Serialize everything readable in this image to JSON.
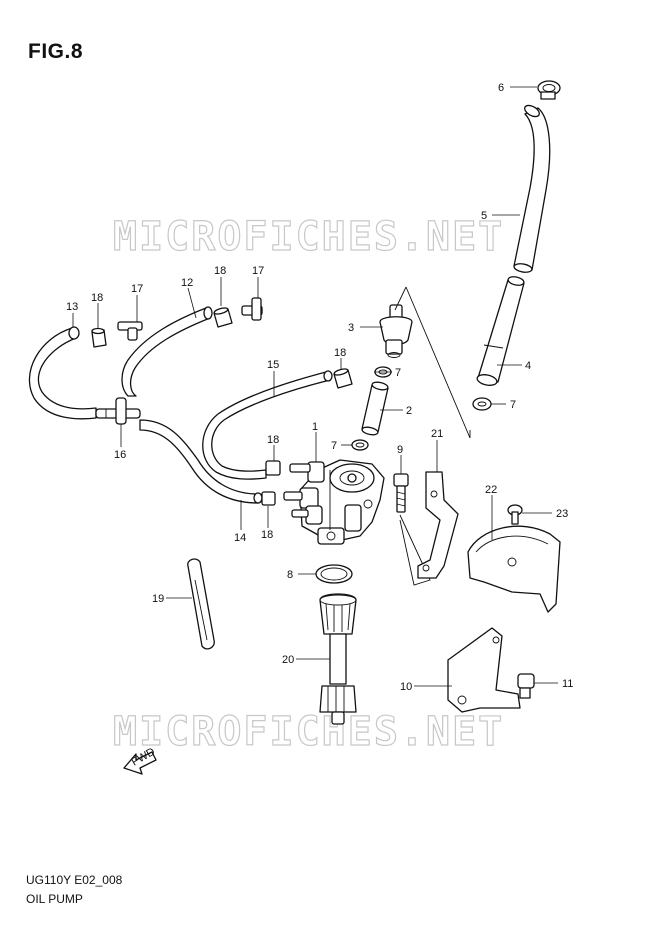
{
  "figure": {
    "title": "FIG.8",
    "code": "UG110Y E02_008",
    "name": "OIL PUMP"
  },
  "watermark": "MICROFICHES.NET",
  "direction_marker": "FWD",
  "callouts": {
    "c1": "1",
    "c2": "2",
    "c3": "3",
    "c4": "4",
    "c5": "5",
    "c6": "6",
    "c7a": "7",
    "c7b": "7",
    "c7c": "7",
    "c8": "8",
    "c9": "9",
    "c10": "10",
    "c11": "11",
    "c12": "12",
    "c13": "13",
    "c14": "14",
    "c15": "15",
    "c16": "16",
    "c17a": "17",
    "c17b": "17",
    "c18a": "18",
    "c18b": "18",
    "c18c": "18",
    "c18d": "18",
    "c18e": "18",
    "c19": "19",
    "c20": "20",
    "c21": "21",
    "c22": "22",
    "c23": "23"
  },
  "colors": {
    "ink": "#111111",
    "watermark": "#c8c8c8",
    "background": "#ffffff"
  }
}
